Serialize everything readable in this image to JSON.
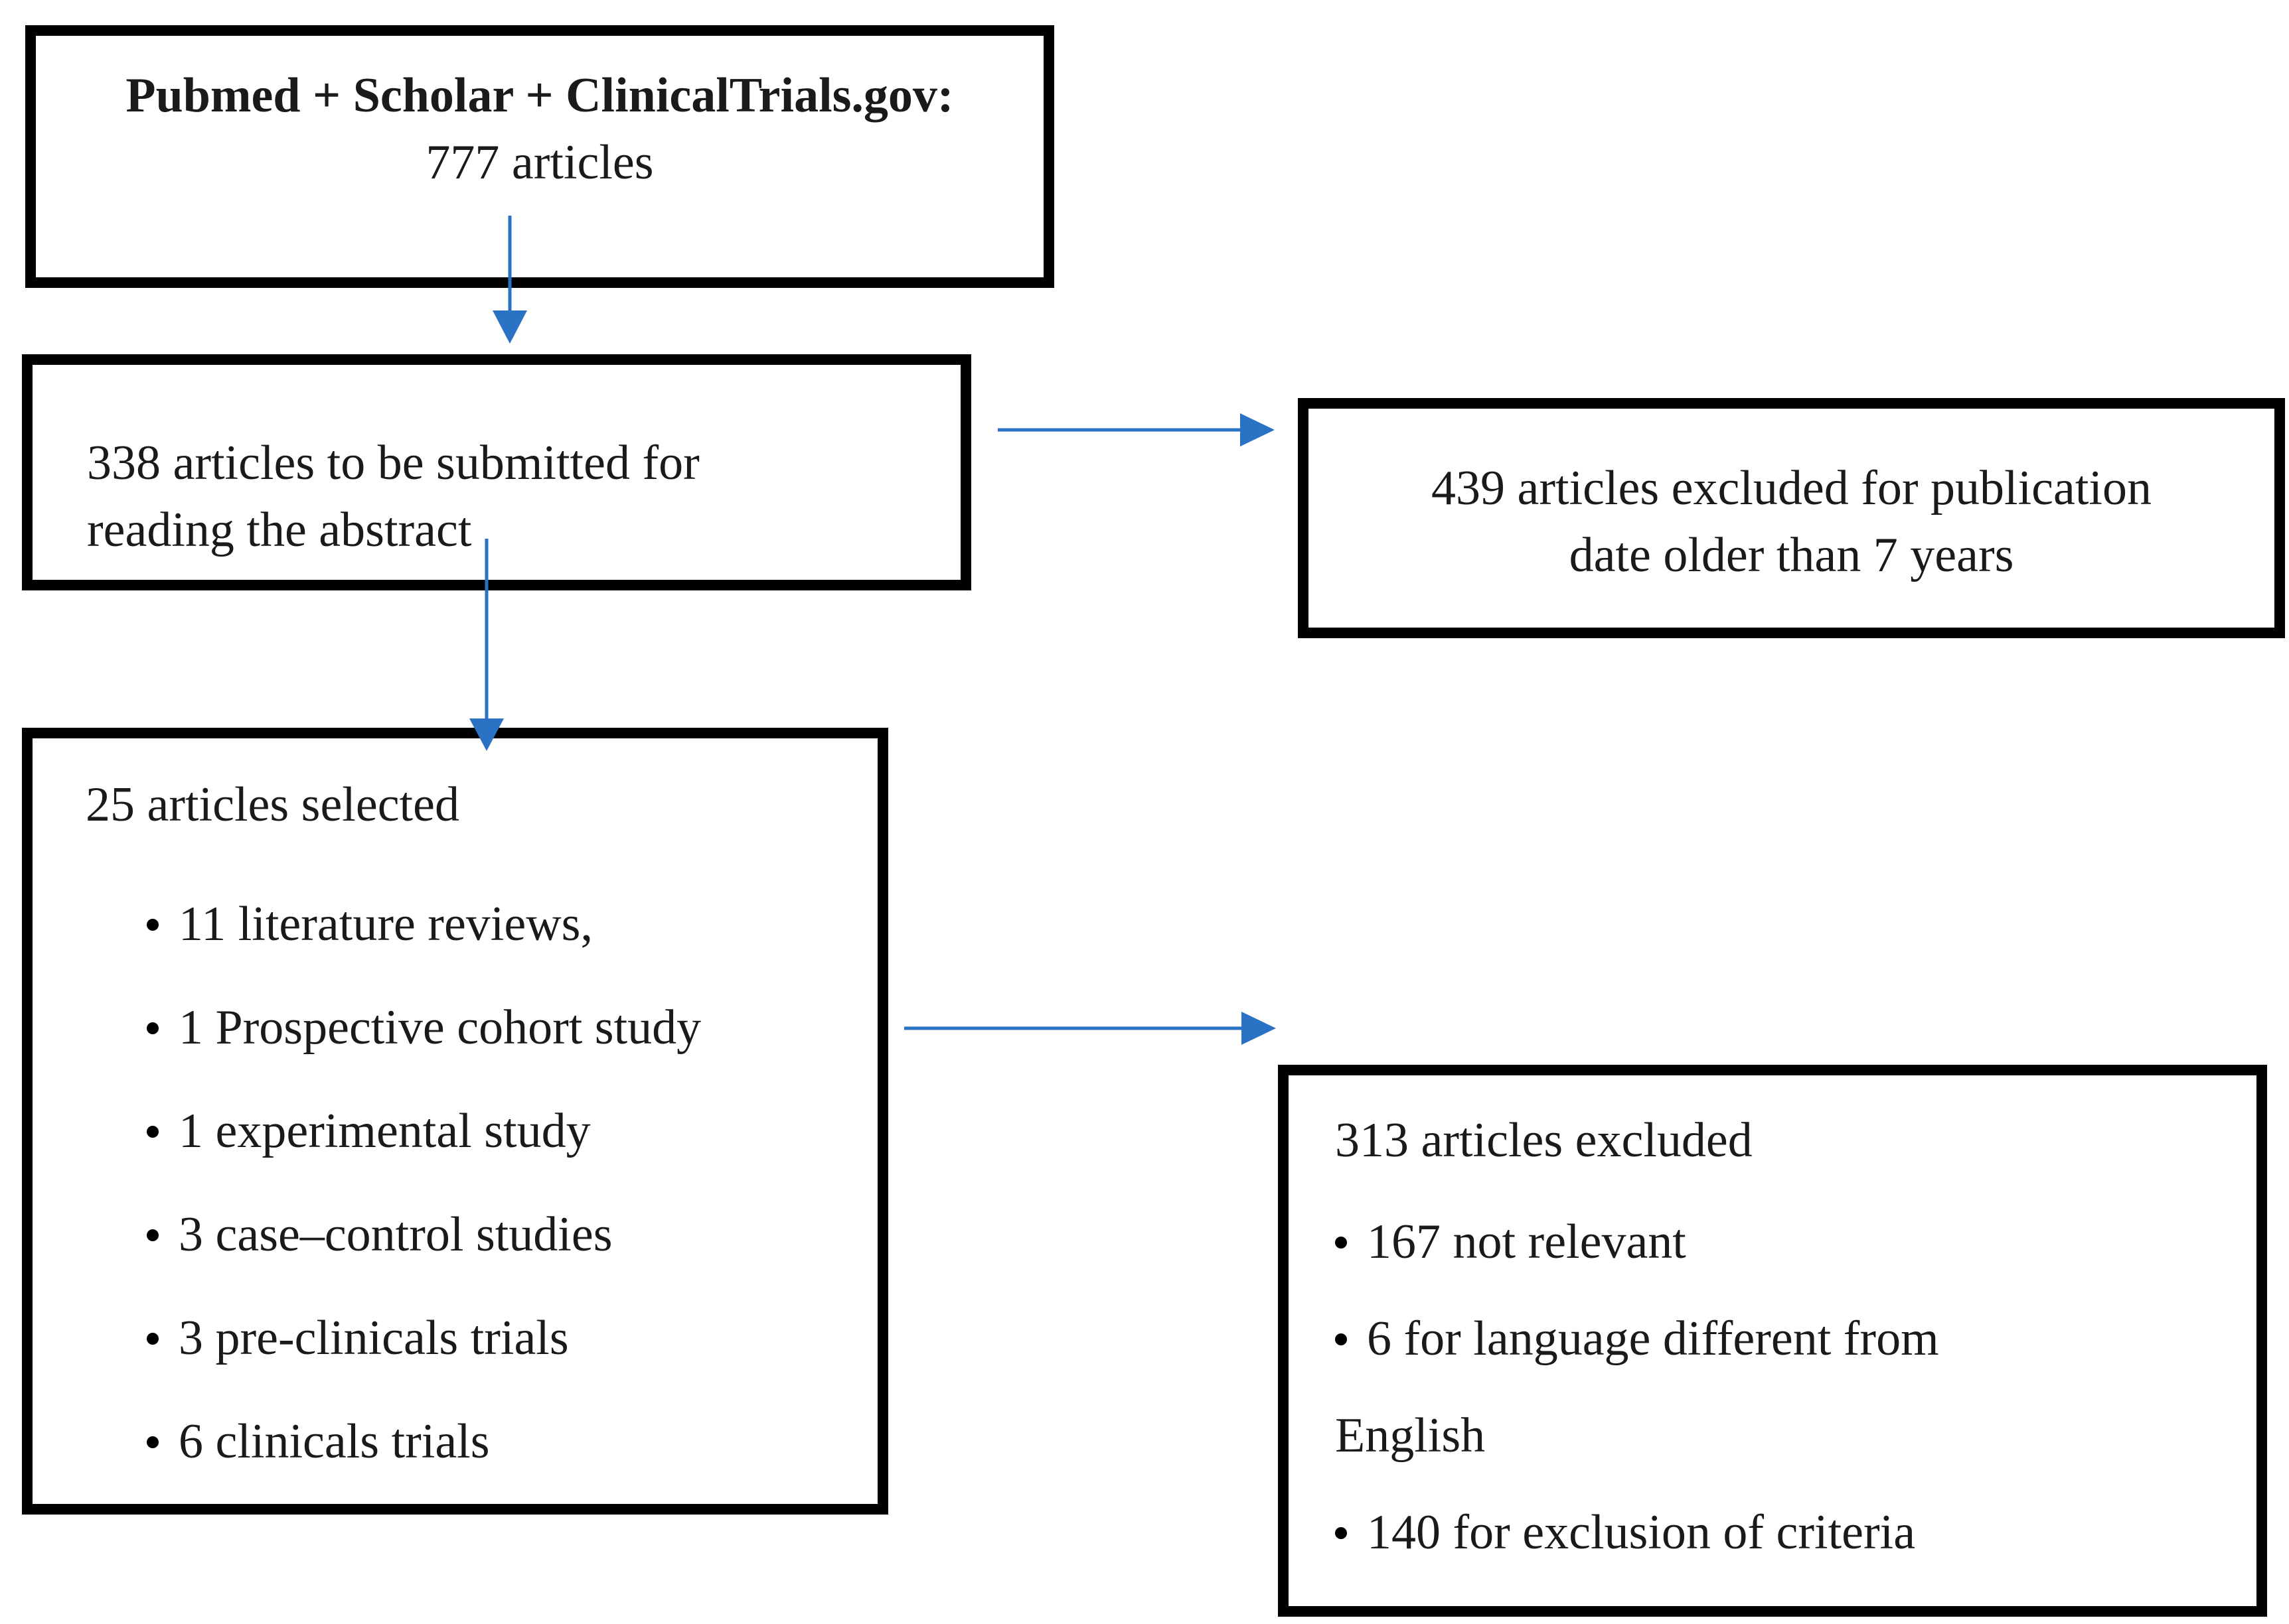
{
  "colors": {
    "arrow": "#2a72c4",
    "border": "#000000"
  },
  "box1": {
    "heading": "Pubmed + Scholar + ClinicalTrials.gov:",
    "count": "777 articles"
  },
  "box2": {
    "line1": "338 articles to be submitted for",
    "line2": "reading the abstract"
  },
  "box3": {
    "line1": "439 articles excluded for publication",
    "line2": "date older than 7 years"
  },
  "box4": {
    "title": "25 articles selected",
    "items": [
      "11 literature reviews,",
      "1 Prospective cohort study",
      "1 experimental study",
      "3 case–control studies",
      "3 pre-clinicals trials",
      "6 clinicals trials"
    ]
  },
  "box5": {
    "title": "313 articles excluded",
    "items": [
      "167 not relevant",
      "6 for language different from",
      "English",
      "140 for exclusion of criteria"
    ]
  }
}
